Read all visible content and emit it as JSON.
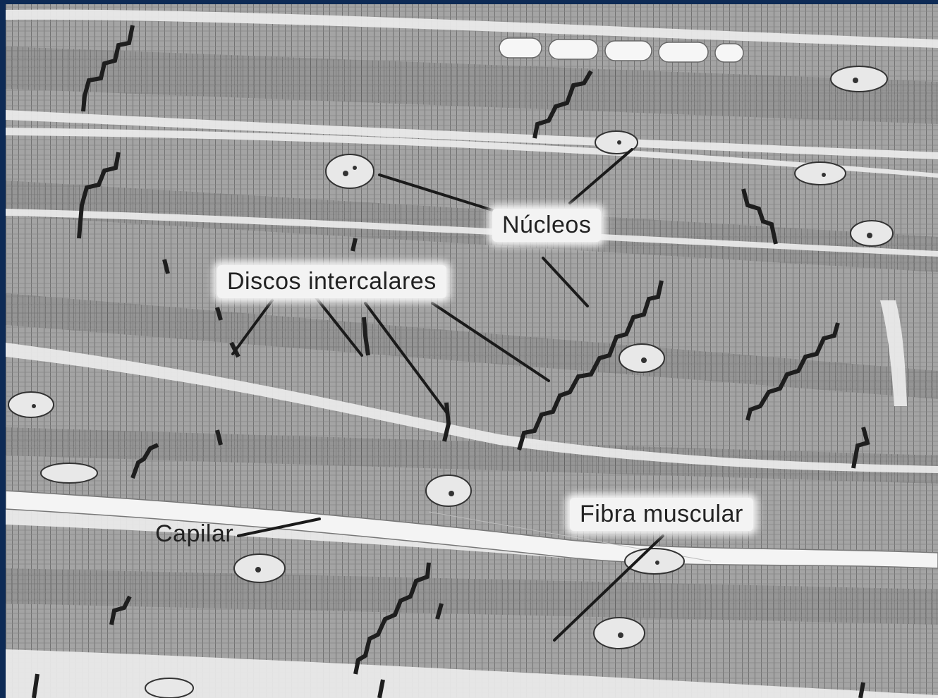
{
  "labels": {
    "nucleos": "Núcleos",
    "discos_intercalares": "Discos intercalares",
    "capilar": "Capilar",
    "fibra_muscular": "Fibra muscular"
  },
  "colors": {
    "background": "#0d2a55",
    "fiber": "#9c9c9c",
    "stripe": "#6f6f6f",
    "gap": "#ececec",
    "disc": "#1e1e1e",
    "leader": "#1a1a1a"
  }
}
